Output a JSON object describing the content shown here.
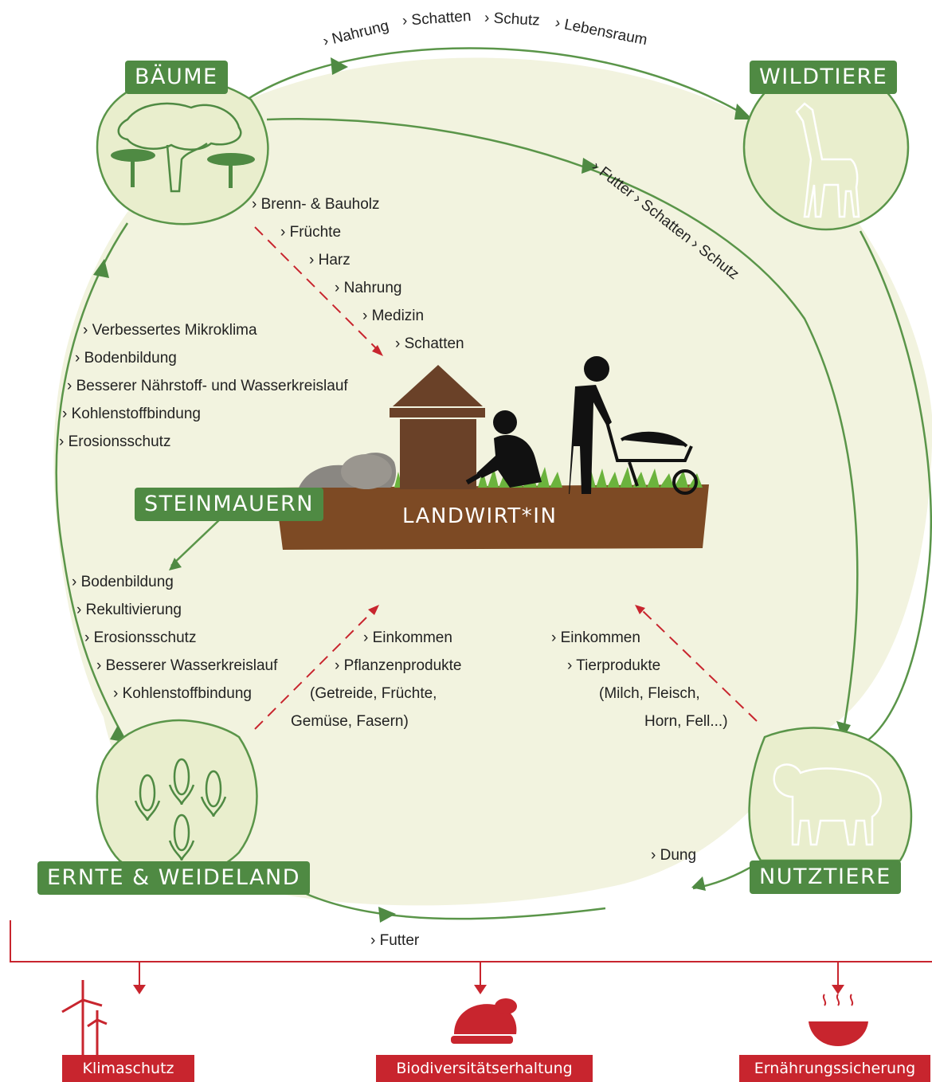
{
  "nodes": {
    "trees": "BÄUME",
    "wildlife": "WILDTIERE",
    "walls": "STEINMAUERN",
    "crops": "ERNTE & WEIDELAND",
    "livestock": "NUTZTIERE",
    "farmer": "LANDWIRT*IN"
  },
  "flows": {
    "trees_to_wildlife": [
      "› Nahrung",
      "› Schatten",
      "› Schutz",
      "› Lebensraum"
    ],
    "trees_to_livestock": "› Futter › Schatten › Schutz",
    "trees_to_farmer": [
      "› Brenn- & Bauholz",
      "› Früchte",
      "› Harz",
      "› Nahrung",
      "› Medizin",
      "› Schatten"
    ],
    "trees_to_crops": [
      "› Verbessertes Mikroklima",
      "› Bodenbildung",
      "› Besserer Nährstoff-  und Wasserkreislauf",
      "› Kohlenstoffbindung",
      "› Erosionsschutz"
    ],
    "walls_to_crops": [
      "› Bodenbildung",
      "› Rekultivierung",
      "› Erosionsschutz",
      "› Besserer Wasserkreislauf",
      "› Kohlenstoffbindung"
    ],
    "crops_to_farmer": [
      "› Einkommen",
      "› Pflanzenprodukte",
      "(Getreide, Früchte,",
      "Gemüse, Fasern)"
    ],
    "livestock_to_farmer": [
      "› Einkommen",
      "› Tierprodukte",
      "(Milch, Fleisch,",
      "Horn, Fell...)"
    ],
    "livestock_to_crops": "› Dung",
    "crops_to_livestock": "› Futter"
  },
  "outcomes": [
    "Klimaschutz",
    "Biodiversitätserhaltung",
    "Ernährungssicherung"
  ],
  "colors": {
    "green": "#4f8a43",
    "line_green": "#5a9549",
    "fill_bg": "#f2f3df",
    "circle_fill": "#e9eecd",
    "red": "#c8252e",
    "soil": "#7d4a24",
    "hut": "#6a4128"
  },
  "icons": [
    "tree-icon",
    "giraffe-icon",
    "corn-icon",
    "sheep-icon",
    "wind-turbine-icon",
    "turtle-icon",
    "soup-bowl-icon",
    "farmer-icon",
    "wheelbarrow-icon",
    "hut-icon"
  ]
}
